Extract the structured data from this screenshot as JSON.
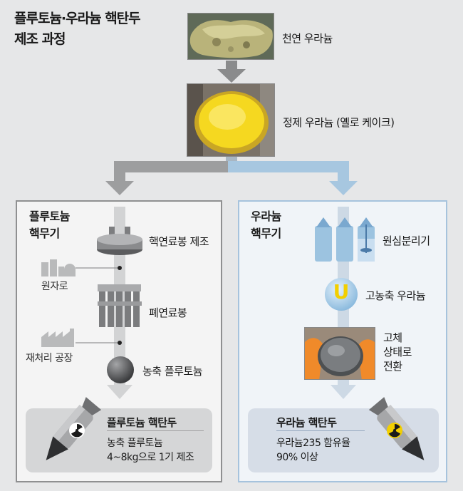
{
  "title": {
    "line1": "플루토늄·우라늄 핵탄두",
    "line2": "제조 과정"
  },
  "top": {
    "natural_uranium": "천연 우라늄",
    "refined_uranium": "정제 우라늄 (옐로 케이크)"
  },
  "left_panel": {
    "title_line1": "플루토늄",
    "title_line2": "핵무기",
    "fuel_rod_manufacture": "핵연료봉 제조",
    "reactor": "원자로",
    "spent_fuel_rods": "폐연료봉",
    "reprocessing_plant": "재처리 공장",
    "enriched_plutonium": "농축 플루토늄",
    "warhead_title": "플루토늄 핵탄두",
    "warhead_desc_line1": "농축 플루토늄",
    "warhead_desc_line2": "4~8kg으로 1기 제조"
  },
  "right_panel": {
    "title_line1": "우라늄",
    "title_line2": "핵무기",
    "centrifuge": "원심분리기",
    "u_symbol": "U",
    "heu": "고농축 우라늄",
    "solid_line1": "고체",
    "solid_line2": "상태로",
    "solid_line3": "전환",
    "warhead_title": "우라늄 핵탄두",
    "warhead_desc_line1": "우라늄235 함유율",
    "warhead_desc_line2": "90% 이상"
  },
  "colors": {
    "background": "#e6e7e8",
    "flow_gray": "#9d9e9f",
    "flow_blue": "#a7c7e0",
    "left_border": "#8f9091",
    "right_border": "#a6c3dd",
    "yellowcake": "#f5d820",
    "u_yellow": "#f2cf00"
  }
}
